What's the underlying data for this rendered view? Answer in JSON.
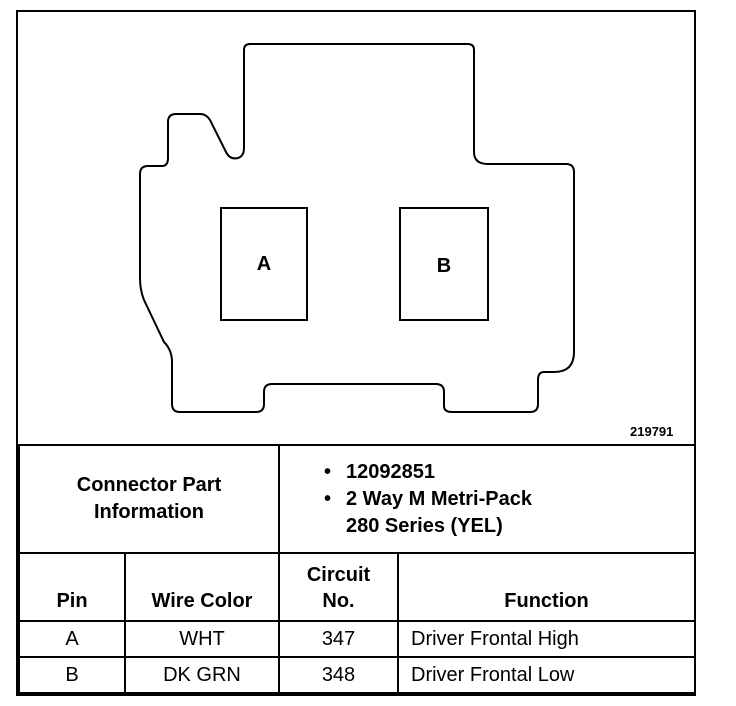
{
  "diagram": {
    "figure_number": "219791",
    "pins": [
      {
        "label": "A"
      },
      {
        "label": "B"
      }
    ]
  },
  "connector_info": {
    "label_line1": "Connector Part",
    "label_line2": "Information",
    "items": [
      {
        "bullet": "•",
        "text": "12092851"
      },
      {
        "bullet": "•",
        "text": "2 Way M Metri-Pack",
        "continuation": "280 Series (YEL)"
      }
    ]
  },
  "table": {
    "headers": {
      "pin": "Pin",
      "wire_color": "Wire Color",
      "circuit_line1": "Circuit",
      "circuit_line2": "No.",
      "function": "Function"
    },
    "rows": [
      {
        "pin": "A",
        "wire_color": "WHT",
        "circuit": "347",
        "function": "Driver Frontal High"
      },
      {
        "pin": "B",
        "wire_color": "DK GRN",
        "circuit": "348",
        "function": "Driver Frontal Low"
      }
    ]
  }
}
